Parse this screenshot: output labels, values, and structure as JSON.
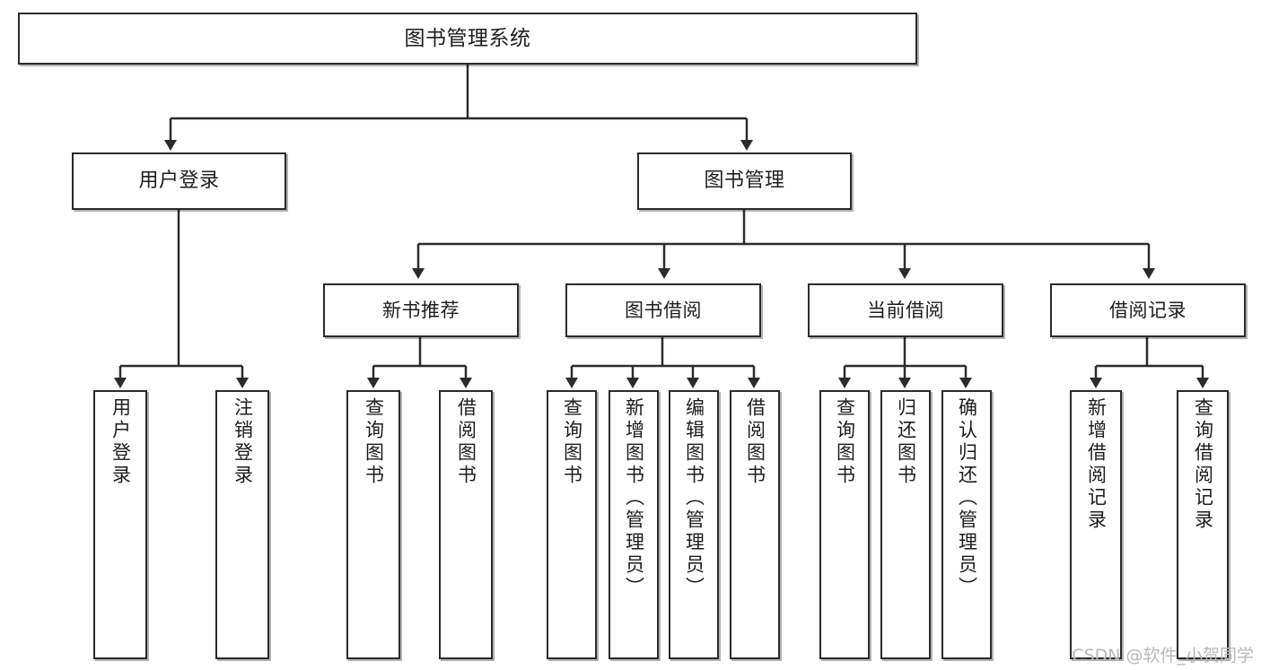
{
  "diagram": {
    "type": "tree-hierarchy",
    "title": "图书管理系统",
    "watermark": "CSDN @软件_小贺同学",
    "colors": {
      "box_border": "#2b2b2b",
      "box_fill": "#ffffff",
      "connector": "#2b2b2b",
      "text": "#1d1d1d",
      "watermark": "#b9b9b9",
      "background": "#ffffff"
    },
    "levels": {
      "root": {
        "label": "图书管理系统"
      },
      "level2": [
        {
          "label": "用户登录"
        },
        {
          "label": "图书管理"
        }
      ],
      "level3": [
        {
          "label": "新书推荐"
        },
        {
          "label": "图书借阅"
        },
        {
          "label": "当前借阅"
        },
        {
          "label": "借阅记录"
        }
      ],
      "leaves": [
        {
          "label": "用户登录",
          "parent": "用户登录"
        },
        {
          "label": "注销登录",
          "parent": "用户登录"
        },
        {
          "label": "查询图书",
          "parent": "新书推荐"
        },
        {
          "label": "借阅图书",
          "parent": "新书推荐"
        },
        {
          "label": "查询图书",
          "parent": "图书借阅"
        },
        {
          "label": "新增图书（管理员）",
          "parent": "图书借阅"
        },
        {
          "label": "编辑图书（管理员）",
          "parent": "图书借阅"
        },
        {
          "label": "借阅图书",
          "parent": "图书借阅"
        },
        {
          "label": "查询图书",
          "parent": "当前借阅"
        },
        {
          "label": "归还图书",
          "parent": "当前借阅"
        },
        {
          "label": "确认归还（管理员）",
          "parent": "当前借阅"
        },
        {
          "label": "新增借阅记录",
          "parent": "借阅记录"
        },
        {
          "label": "查询借阅记录",
          "parent": "借阅记录"
        }
      ]
    }
  }
}
